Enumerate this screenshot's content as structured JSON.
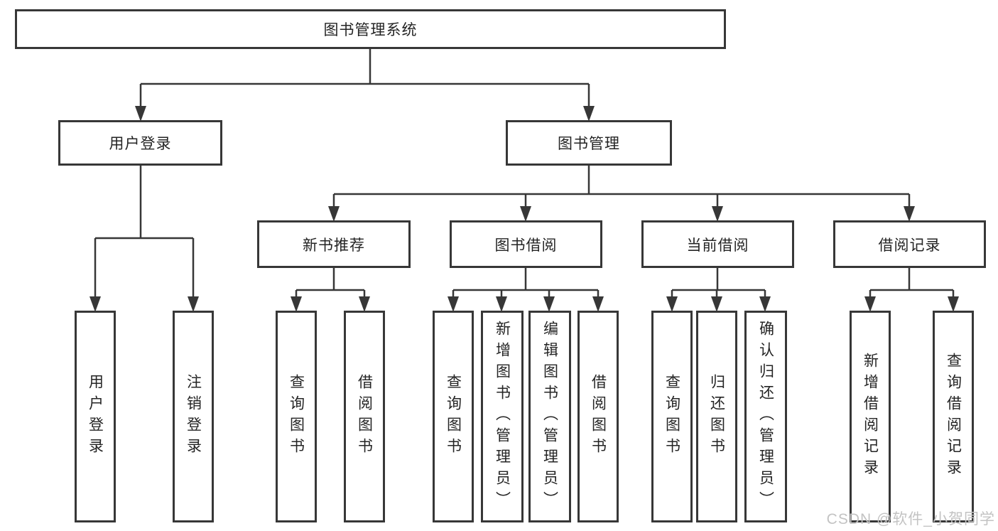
{
  "diagram": {
    "title": "图书管理系统",
    "branches": [
      {
        "label": "用户登录",
        "children": [
          "用户登录",
          "注销登录"
        ]
      },
      {
        "label": "图书管理",
        "sections": [
          {
            "label": "新书推荐",
            "children": [
              "查询图书",
              "借阅图书"
            ]
          },
          {
            "label": "图书借阅",
            "children": [
              "查询图书",
              "新增图书（管理员）",
              "编辑图书（管理员）",
              "借阅图书"
            ]
          },
          {
            "label": "当前借阅",
            "children": [
              "查询图书",
              "归还图书",
              "确认归还（管理员）"
            ]
          },
          {
            "label": "借阅记录",
            "children": [
              "新增借阅记录",
              "查询借阅记录"
            ]
          }
        ]
      }
    ]
  },
  "watermark": "CSDN @软件_小贺同学",
  "colors": {
    "line": "#373737",
    "text": "#242424",
    "watermark": "#c3c3c3",
    "background": "#ffffff"
  }
}
